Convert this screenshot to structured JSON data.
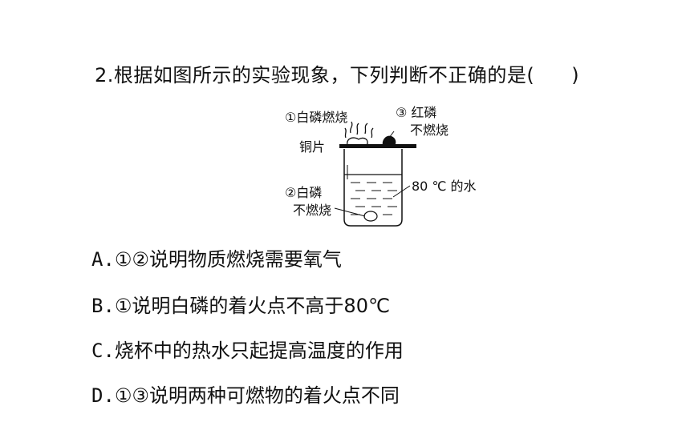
{
  "question": {
    "stem": "2.根据如图所示的实验现象，下列判断不正确的是(",
    "close_paren": ")"
  },
  "figure": {
    "label_1": "①白磷燃烧",
    "label_3a": "③ 红磷",
    "label_3b": "不燃烧",
    "label_copper": "铜片",
    "label_water": "80 ℃ 的水",
    "label_2a": "②白磷",
    "label_2b": "不燃烧"
  },
  "options": [
    {
      "letter": "A.",
      "text": "①②说明物质燃烧需要氧气"
    },
    {
      "letter": "B.",
      "text": "①说明白磷的着火点不高于80℃"
    },
    {
      "letter": "C.",
      "text": "烧杯中的热水只起提高温度的作用"
    },
    {
      "letter": "D.",
      "text": "①③说明两种可燃物的着火点不同"
    }
  ]
}
